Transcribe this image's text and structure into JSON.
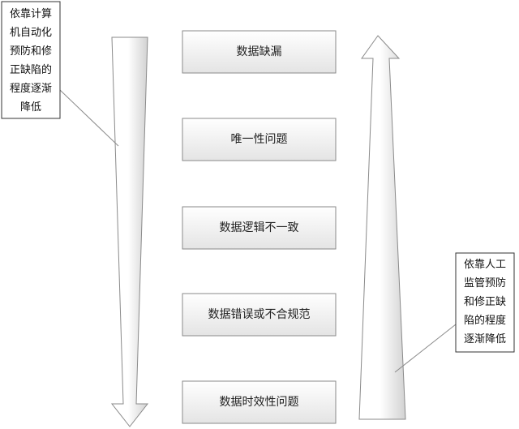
{
  "boxes": [
    {
      "label": "数据缺漏"
    },
    {
      "label": "唯一性问题"
    },
    {
      "label": "数据逻辑不一致"
    },
    {
      "label": "数据错误或不合规范"
    },
    {
      "label": "数据时效性问题"
    }
  ],
  "left_callout": {
    "lines": [
      "依靠计算",
      "机自动化",
      "预防和修",
      "正缺陷的",
      "程度逐渐",
      "降低"
    ]
  },
  "right_callout": {
    "lines": [
      "依靠人工",
      "监管预防",
      "和修正缺",
      "陷的程度",
      "逐渐降低"
    ]
  },
  "colors": {
    "box_fill_top": "#ffffff",
    "box_fill_bottom": "#e6e6e6",
    "stroke": "#8a8a8a",
    "arrow_fill_light": "#ffffff",
    "arrow_fill_dark": "#d4d4d4"
  }
}
